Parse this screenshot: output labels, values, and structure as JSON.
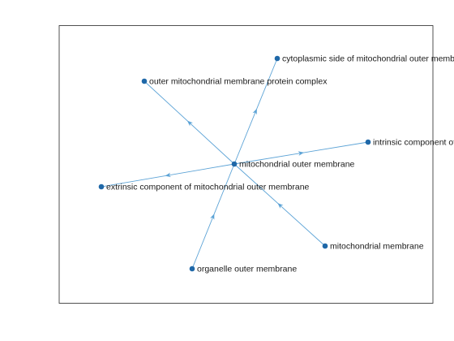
{
  "colors": {
    "edge": "#5ca3d6",
    "node": "#1f68a8",
    "frame": "#262626",
    "background": "#ffffff"
  },
  "graph": {
    "directed": true,
    "nodes": [
      {
        "id": "mitochondrial_outer_membrane",
        "label": "mitochondrial outer membrane"
      },
      {
        "id": "cytoplasmic_side",
        "label": "cytoplasmic side of mitochondrial outer membrane"
      },
      {
        "id": "outer_mito_protein_complex",
        "label": "outer mitochondrial membrane protein complex"
      },
      {
        "id": "intrinsic_component",
        "label": "intrinsic component of mitochondrial outer membrane"
      },
      {
        "id": "extrinsic_component",
        "label": "extrinsic component of mitochondrial outer membrane"
      },
      {
        "id": "mitochondrial_membrane",
        "label": "mitochondrial membrane"
      },
      {
        "id": "organelle_outer_membrane",
        "label": "organelle outer membrane"
      }
    ],
    "edges": [
      {
        "source": "mitochondrial_outer_membrane",
        "target": "cytoplasmic_side"
      },
      {
        "source": "mitochondrial_outer_membrane",
        "target": "outer_mito_protein_complex"
      },
      {
        "source": "mitochondrial_outer_membrane",
        "target": "intrinsic_component"
      },
      {
        "source": "mitochondrial_outer_membrane",
        "target": "extrinsic_component"
      },
      {
        "source": "mitochondrial_membrane",
        "target": "mitochondrial_outer_membrane"
      },
      {
        "source": "organelle_outer_membrane",
        "target": "mitochondrial_outer_membrane"
      }
    ]
  }
}
